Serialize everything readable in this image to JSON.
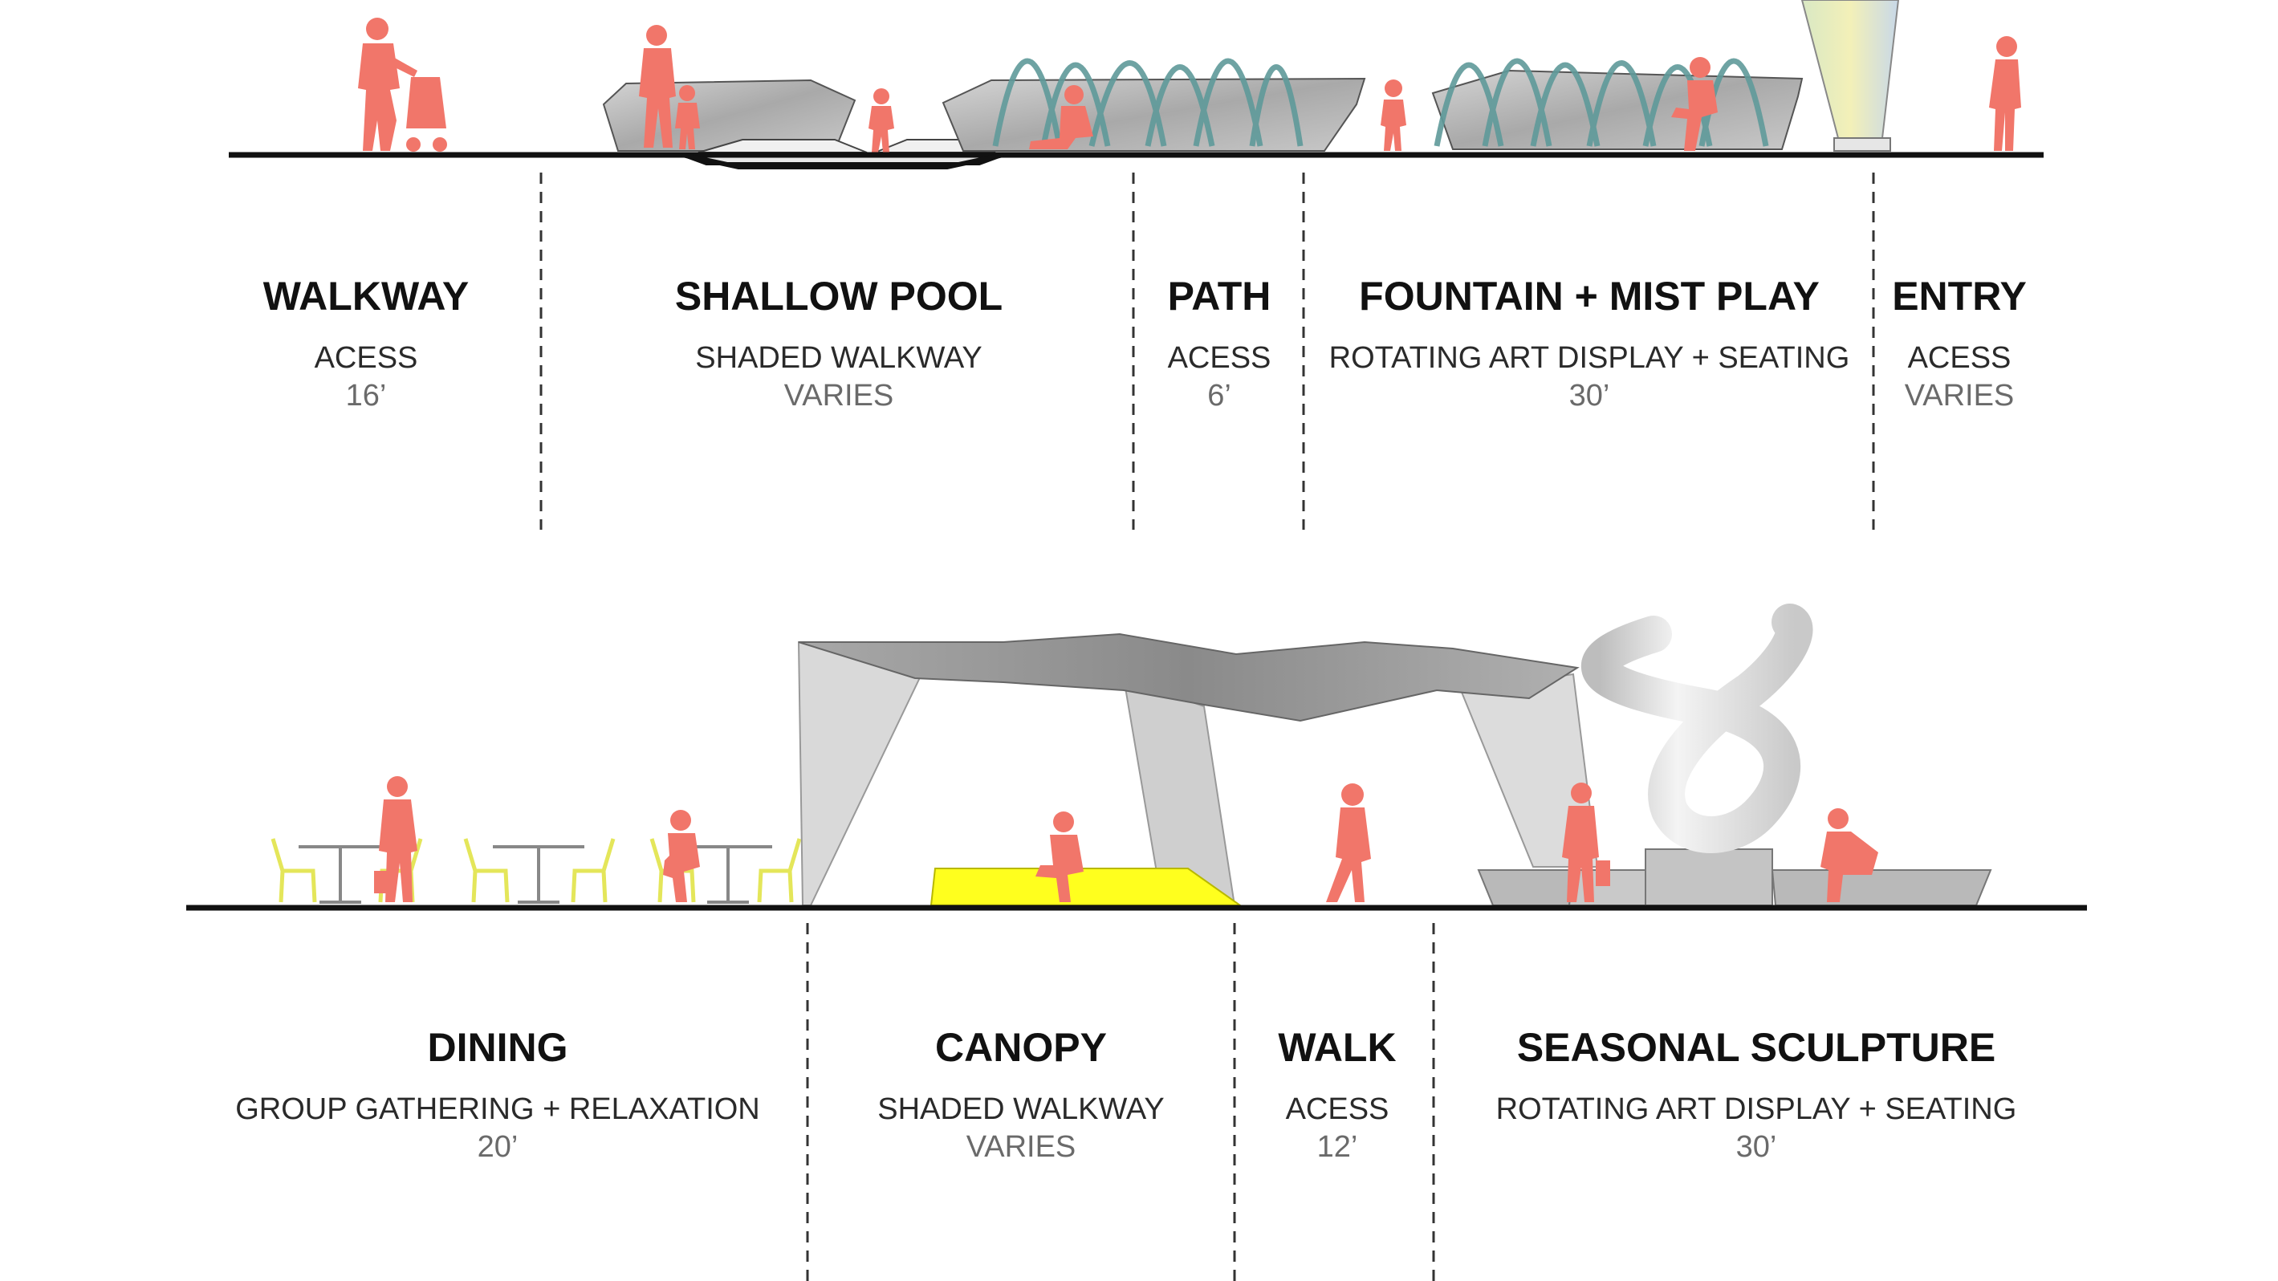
{
  "colors": {
    "person": "#f1766a",
    "ground": "#111111",
    "planter": "#b9b9b9",
    "fountain_arc": "#5f9a9a",
    "canopy": "#9c9c9c",
    "canopy_leg": "#d6d6d6",
    "yellow_platform": "#ffff1e",
    "chair": "#e4e65a"
  },
  "top_section": {
    "zones": [
      {
        "title": "WALKWAY",
        "use": "ACESS",
        "width": "16’"
      },
      {
        "title": "SHALLOW POOL",
        "use": "SHADED WALKWAY",
        "width": "VARIES"
      },
      {
        "title": "PATH",
        "use": "ACESS",
        "width": "6’"
      },
      {
        "title": "FOUNTAIN + MIST PLAY",
        "use": "ROTATING ART DISPLAY + SEATING",
        "width": "30’"
      },
      {
        "title": "ENTRY",
        "use": "ACESS",
        "width": "VARIES"
      }
    ]
  },
  "bottom_section": {
    "zones": [
      {
        "title": "DINING",
        "use": "GROUP GATHERING + RELAXATION",
        "width": "20’"
      },
      {
        "title": "CANOPY",
        "use": "SHADED WALKWAY",
        "width": "VARIES"
      },
      {
        "title": "WALK",
        "use": "ACESS",
        "width": "12’"
      },
      {
        "title": "SEASONAL SCULPTURE",
        "use": "ROTATING ART DISPLAY + SEATING",
        "width": "30’"
      }
    ]
  }
}
